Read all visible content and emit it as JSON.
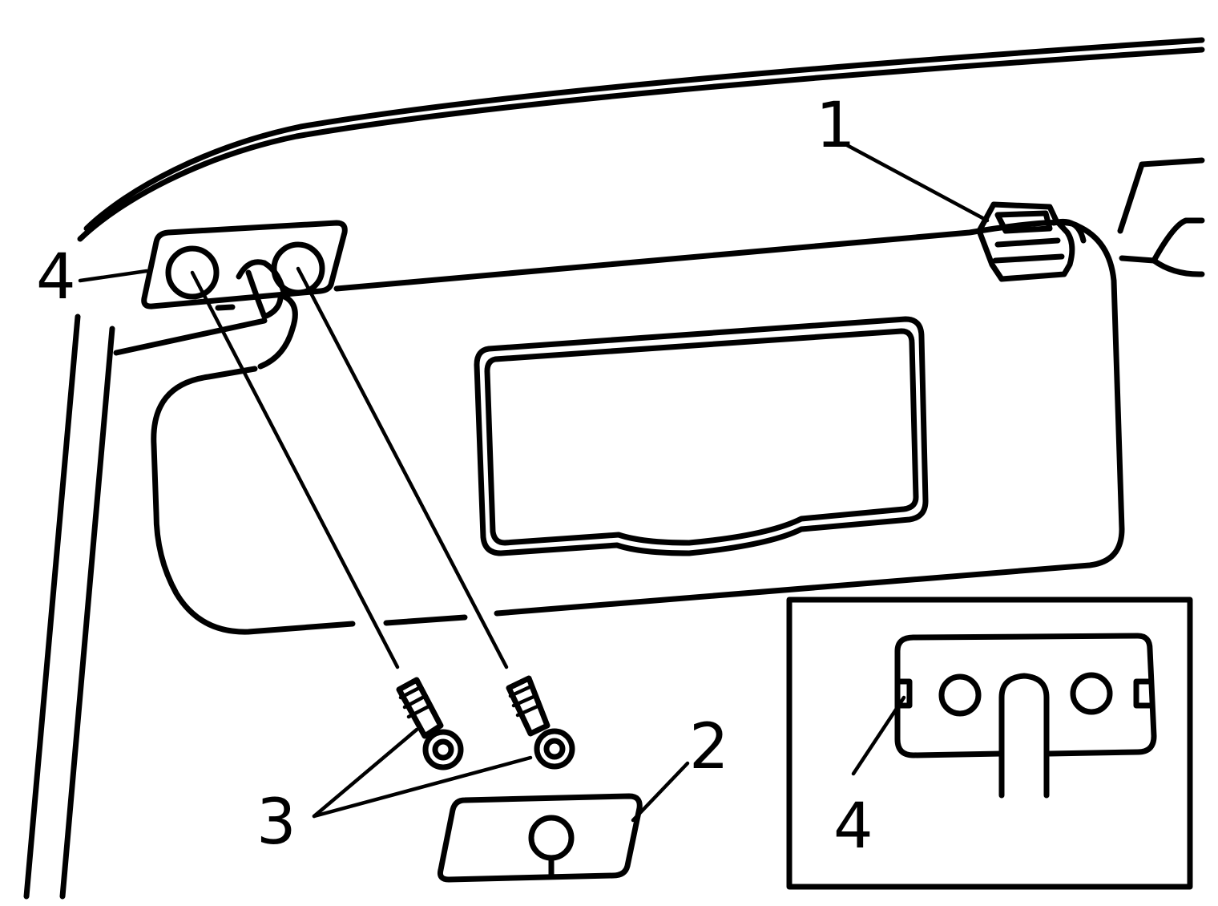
{
  "callouts": {
    "c1": "1",
    "c2": "2",
    "c3": "3",
    "c4_main": "4",
    "c4_inset": "4"
  }
}
